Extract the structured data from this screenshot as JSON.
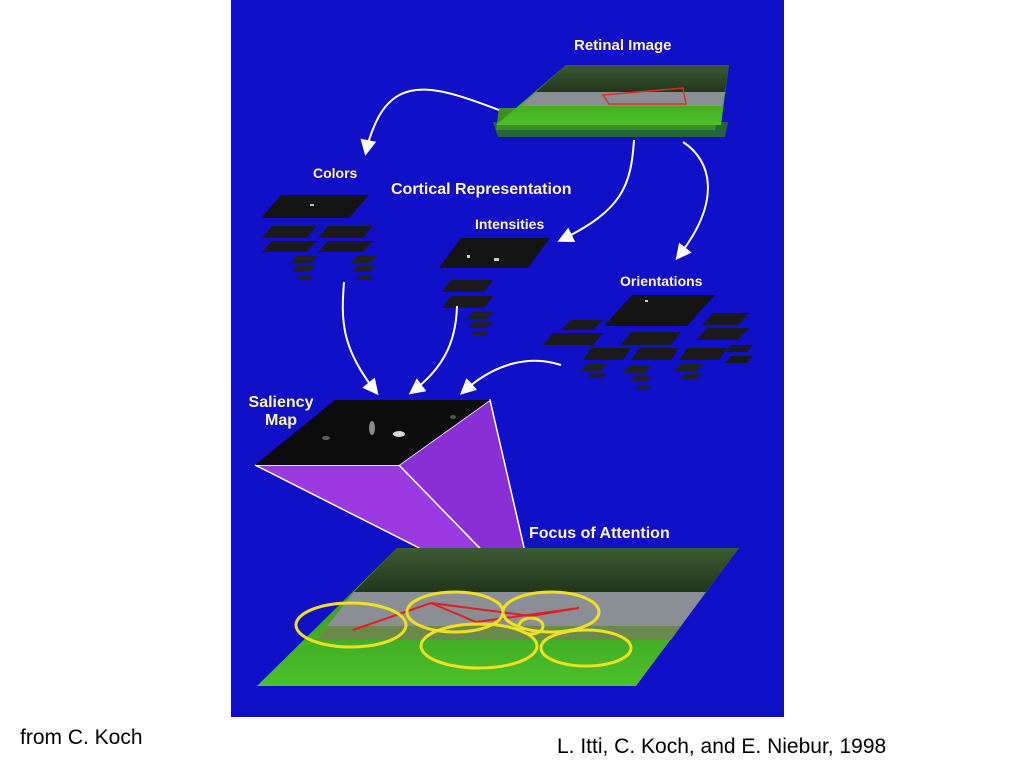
{
  "labels": {
    "retinal_image": "Retinal Image",
    "colors": "Colors",
    "cortical_representation": "Cortical Representation",
    "intensities": "Intensities",
    "orientations": "Orientations",
    "saliency_map_line1": "Saliency",
    "saliency_map_line2": "Map",
    "focus_of_attention": "Focus of Attention"
  },
  "captions": {
    "credit": "from C. Koch",
    "citation": "L. Itti, C. Koch, and E. Niebur, 1998"
  },
  "colors": {
    "figure_background": "#1010c8",
    "label_text": "#fff6b0",
    "pyramid_fill": "#9a3ae0",
    "grass": "#3cae22",
    "attention_circles": "#f0e020",
    "arrows": "#ffffff"
  }
}
